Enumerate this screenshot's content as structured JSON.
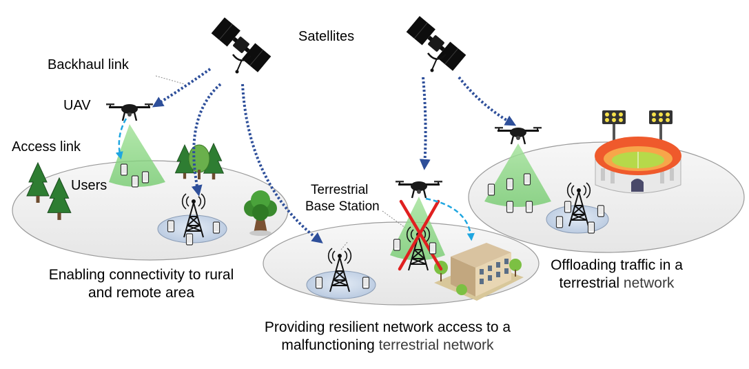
{
  "labels": {
    "satellites": "Satellites",
    "backhaul_link": "Backhaul link",
    "uav": "UAV",
    "access_link": "Access link",
    "users": "Users",
    "terrestrial_base_station_line1": "Terrestrial",
    "terrestrial_base_station_line2": "Base Station"
  },
  "captions": {
    "rural": {
      "line1": "Enabling connectivity to rural",
      "line2": "and remote area"
    },
    "resilient": {
      "line1": "Providing resilient network access to a",
      "line2_a": "malfunctioning ",
      "line2_b": "terrestrial network"
    },
    "offload": {
      "line1": "Offloading traffic in a",
      "line2_a": "terrestrial ",
      "line2_b": "network"
    }
  },
  "colors": {
    "backhaul_arrow": "#2e4f9a",
    "access_arrow": "#1fa6e0",
    "beam": "#7ed67a",
    "area_fill": "#efefef",
    "cell_fill": "#c9d7ea",
    "failure_mark": "#e02020"
  },
  "icons": [
    "satellite-icon",
    "uav-icon",
    "tower-icon",
    "phone-icon",
    "tree-icon",
    "building-icon",
    "stadium-icon"
  ]
}
